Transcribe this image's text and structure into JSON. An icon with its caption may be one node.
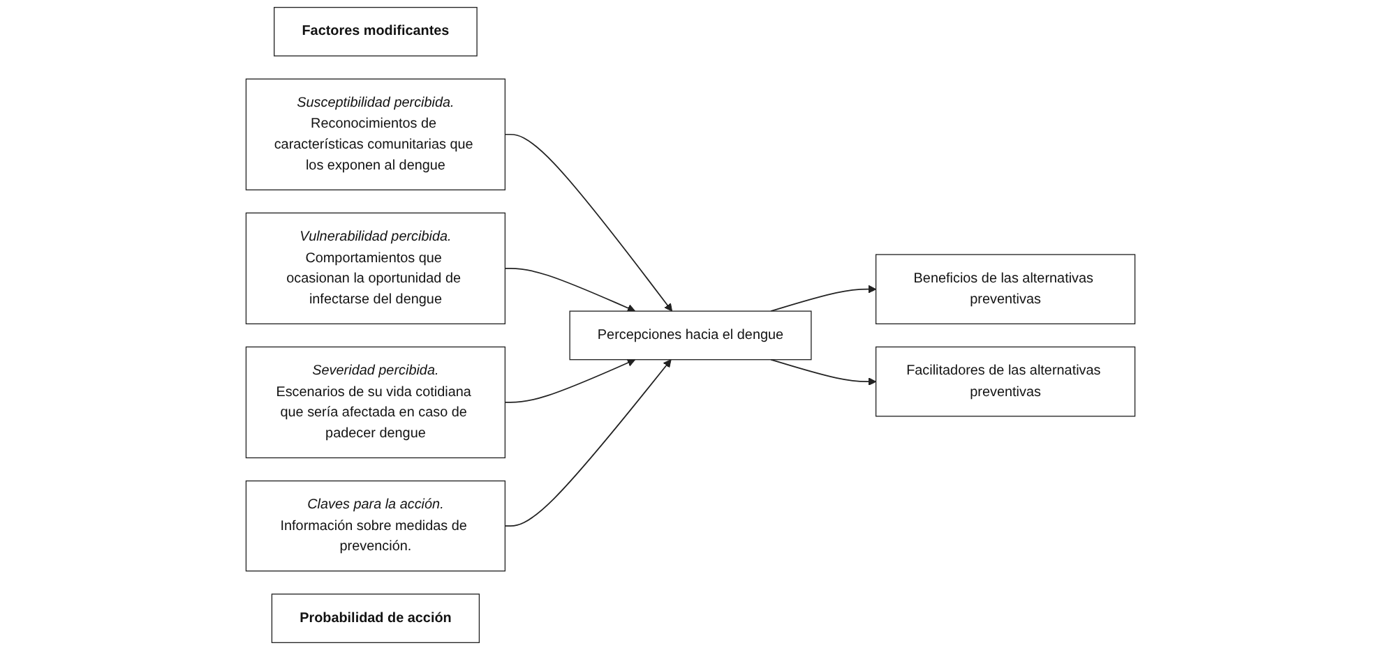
{
  "diagram": {
    "nodes": [
      {
        "text": [
          "Factores modificantes"
        ]
      },
      {
        "text": [
          "Susceptibilidad percibida.",
          "Reconocimientos de características comunitarias que los exponen al dengue"
        ]
      },
      {
        "text": [
          "Vulnerabilidad percibida.",
          "Comportamientos que ocasionan la oportunidad de infectarse del dengue"
        ]
      },
      {
        "text": [
          "Severidad percibida.",
          "Escenarios de su vida cotidiana que sería afectada en caso de padecer dengue"
        ]
      },
      {
        "text": [
          "Percepciones hacia el dengue"
        ]
      },
      {
        "text": [
          "Claves para la acción.",
          "Información sobre medidas de prevención."
        ]
      },
      {
        "text": [
          "Probabilidad de acción"
        ]
      },
      {
        "text": [
          "Beneficios de las alternativas preventivas"
        ]
      },
      {
        "text": [
          "Facilitadores de las alternativas preventivas"
        ]
      }
    ],
    "edges": [
      {
        "from": 1,
        "to": 4,
        "arrow": "to"
      },
      {
        "from": 2,
        "to": 4,
        "arrow": "to"
      },
      {
        "from": 3,
        "to": 4,
        "arrow": "to"
      },
      {
        "from": 5,
        "to": 4,
        "arrow": "to"
      },
      {
        "from": 4,
        "to": 7,
        "arrow": "to"
      },
      {
        "from": 4,
        "to": 8,
        "arrow": "to"
      }
    ]
  }
}
